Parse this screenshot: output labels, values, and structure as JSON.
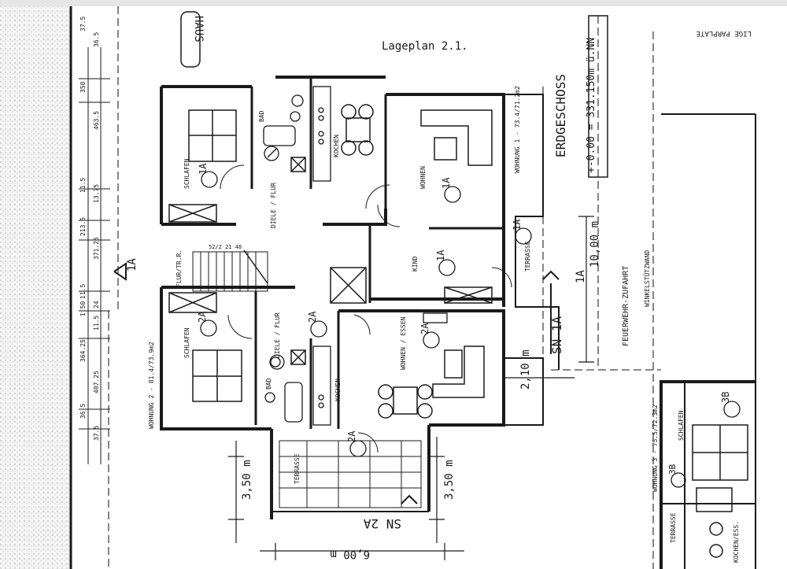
{
  "title": "Lageplan 2.1.",
  "haus": "HAUS",
  "niveau": "+-0.00 = 331.150m ü.NN",
  "geschoss": "ERDGESCHOSS",
  "corner_label": "LIGE PARPLATE",
  "feuerwehr": "FEUERWEHR-ZUFAHRT",
  "stuetzwand": "WINKELSTÜTZWAND",
  "dim_10m": "10,00 m",
  "dim_210": "2,10 m",
  "dim_6m": "6,00 m",
  "dim_350a": "3,50 m",
  "dim_350b": "3,50 m",
  "sections": [
    "SN 1A",
    "SN 2A",
    "1A",
    "1A"
  ],
  "units": {
    "u1a": "1A",
    "u2a": "2A",
    "u3b": "3B",
    "wohnung1": "WOHNUNG 1 - 73.4/71.2m2",
    "wohnung2": "WOHNUNG 2 - 81.4/73.9m2",
    "wohnung3": "WOHNUNG 3 - 75.5/72.3m2"
  },
  "rooms": {
    "schlafen1": "SCHLAFEN",
    "bad1": "BAD",
    "kochen1": "KOCHEN",
    "wohnen1": "WOHNEN",
    "flur1": "DIELE / FLUR",
    "kind": "KIND",
    "terrasse1": "TERRASSE",
    "flurtr": "FLUR/TR.R.",
    "schlafen2": "SCHLAFEN",
    "flur2": "DIELE / FLUR",
    "bad2": "BAD",
    "kochen2": "KOCHEN",
    "wohnen2": "WOHNEN / ESSEN",
    "terrasse2": "TERRASSE",
    "schlafen3": "SCHLAFEN",
    "terrasse3": "TERRASSE",
    "kochess3": "KOCHEN/ESS."
  },
  "left_dims": [
    "37.5",
    "36.5",
    "350",
    "463.5",
    "11.5",
    "13.75",
    "213.5",
    "371.25",
    "11.5",
    "24",
    "1.50",
    "11.5",
    "364.25",
    "407.25",
    "36.5",
    "37.5"
  ],
  "stair": "52/2 21 48"
}
